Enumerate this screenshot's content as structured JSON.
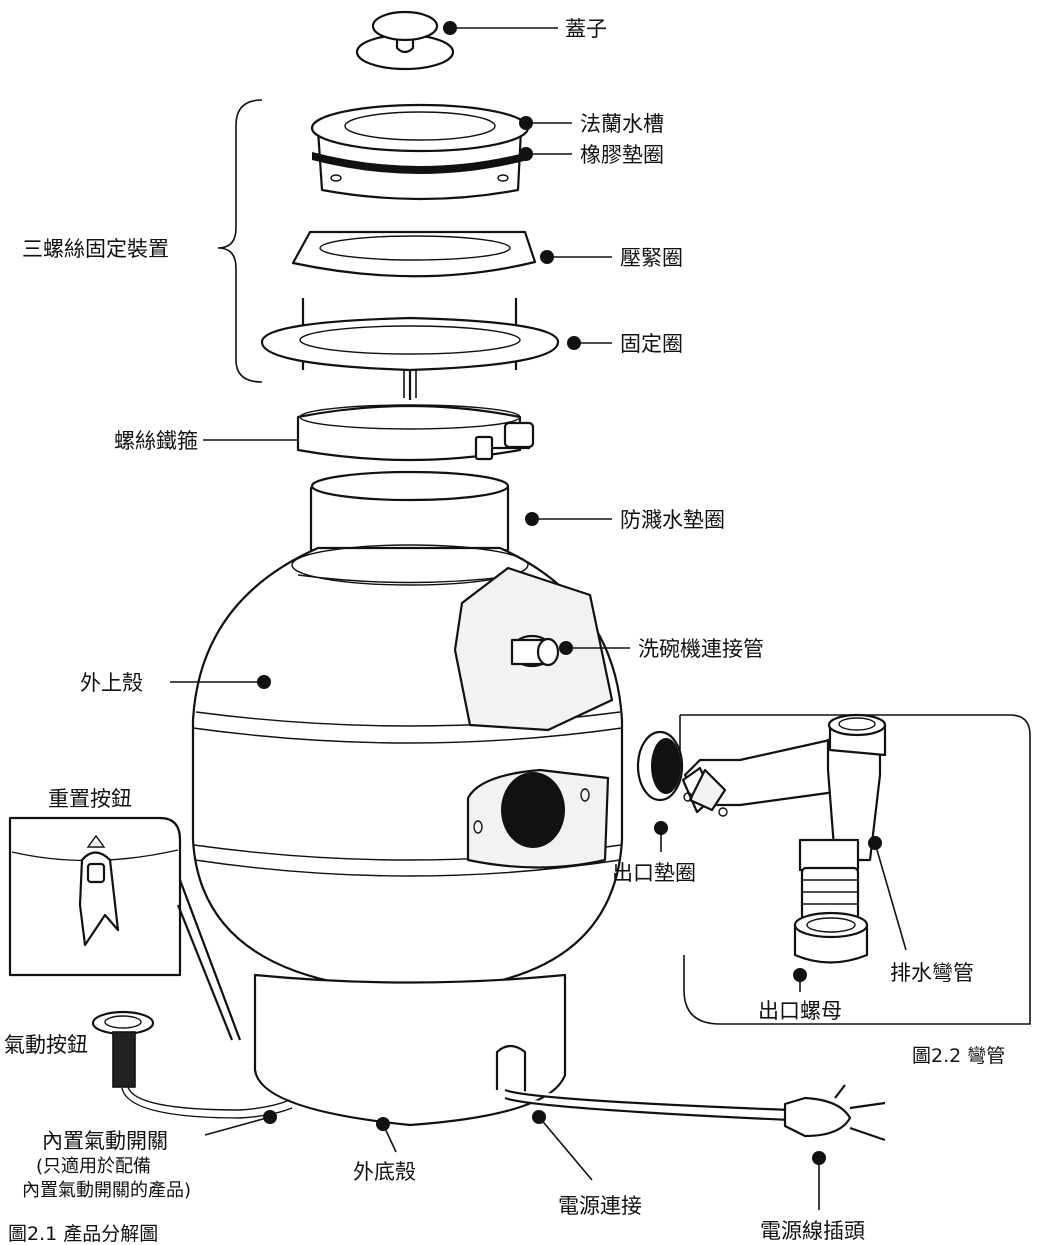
{
  "labels": {
    "lid": "蓋子",
    "sink_flange": "法蘭水槽",
    "rubber_gasket": "橡膠墊圈",
    "three_screw_mount": "三螺絲固定裝置",
    "compression_ring": "壓緊圈",
    "fixing_ring": "固定圈",
    "screw_clamp": "螺絲鐵箍",
    "splash_gasket": "防濺水墊圈",
    "dishwasher_inlet": "洗碗機連接管",
    "upper_housing": "外上殼",
    "reset_button": "重置按鈕",
    "air_button": "氣動按鈕",
    "builtin_air_switch": "內置氣動開關",
    "builtin_note_1": "(只適用於配備",
    "builtin_note_2": "內置氣動開關的產品)",
    "bottom_housing": "外底殼",
    "power_connection": "電源連接",
    "power_plug": "電源線插頭",
    "outlet_gasket": "出口墊圈",
    "outlet_nut": "出口螺母",
    "drain_trap": "排水彎管"
  },
  "captions": {
    "fig_2_1": "圖2.1  產品分解圖",
    "fig_2_2": "圖2.2 彎管"
  },
  "colors": {
    "line": "#111111",
    "fill": "#ffffff",
    "shade": "#f2f2f2"
  }
}
